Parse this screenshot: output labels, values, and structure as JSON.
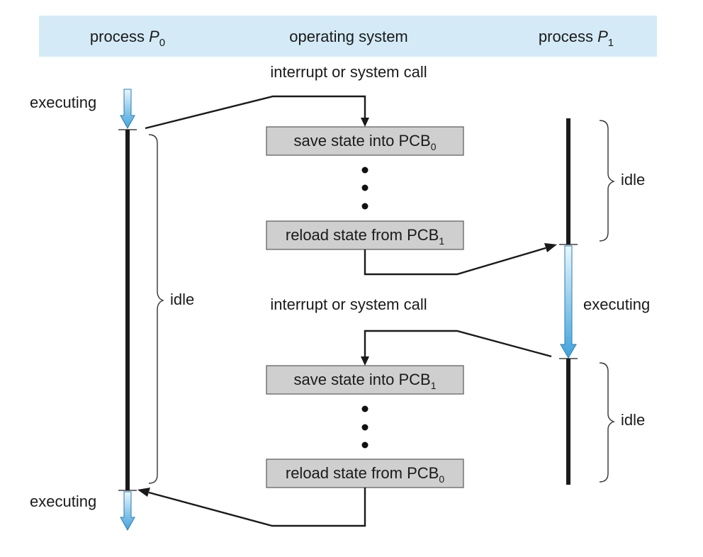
{
  "header": {
    "process_p0": {
      "prefix": "process ",
      "letter": "P",
      "sub": "0"
    },
    "os": "operating system",
    "process_p1": {
      "prefix": "process ",
      "letter": "P",
      "sub": "1"
    },
    "background_color": "#d4ebf7"
  },
  "labels": {
    "interrupt_top": "interrupt or system call",
    "interrupt_mid": "interrupt or system call",
    "executing_p0_top": "executing",
    "executing_p0_bottom": "executing",
    "executing_p1": "executing",
    "idle_p0": "idle",
    "idle_p1_top": "idle",
    "idle_p1_bottom": "idle"
  },
  "boxes": {
    "save_pcb0": {
      "text": "save state into PCB",
      "sub": "0"
    },
    "reload_pcb1": {
      "text": "reload state from PCB",
      "sub": "1"
    },
    "save_pcb1": {
      "text": "save state into PCB",
      "sub": "1"
    },
    "reload_pcb0": {
      "text": "reload state from PCB",
      "sub": "0"
    }
  },
  "colors": {
    "executing_arrow_top": "#eaf6fd",
    "executing_arrow_bottom": "#3fa3db",
    "box_fill": "#cfcfcf",
    "bar": "#1a1a1a"
  }
}
